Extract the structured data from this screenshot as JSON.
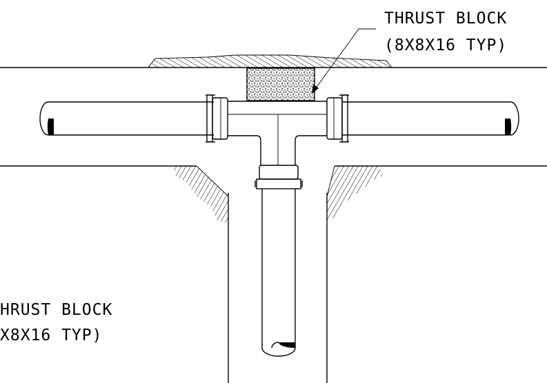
{
  "labels": {
    "top_line1": "THRUST BLOCK",
    "top_line2": "(8X8X16 TYP)",
    "left_line1": "HRUST BLOCK",
    "left_line2": "X8X16 TYP)"
  }
}
